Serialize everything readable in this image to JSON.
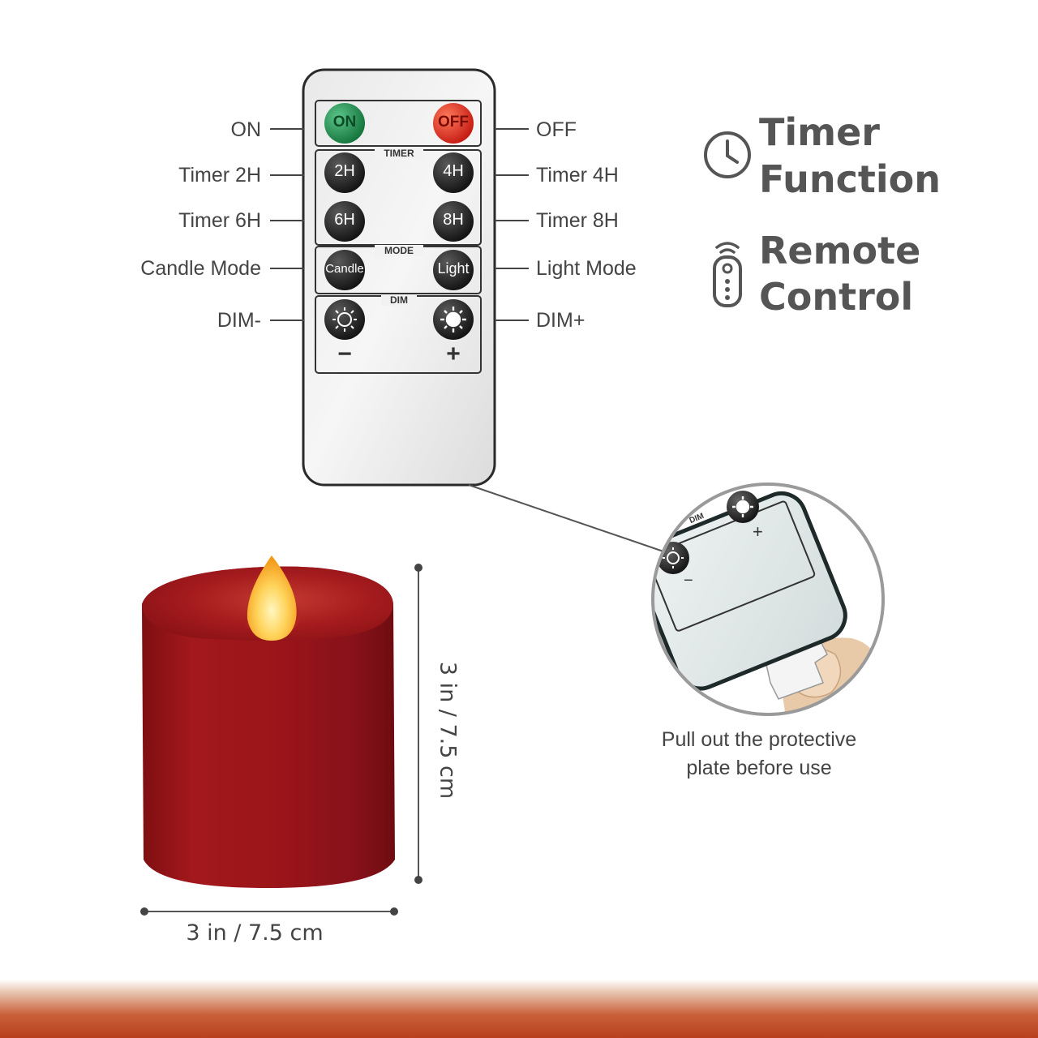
{
  "labels_left": [
    "ON",
    "Timer 2H",
    "Timer 6H",
    "Candle Mode",
    "DIM-"
  ],
  "labels_right": [
    "OFF",
    "Timer 4H",
    "Timer 8H",
    "Light Mode",
    "DIM+"
  ],
  "remote": {
    "on_label": "ON",
    "off_label": "OFF",
    "timer_section": "TIMER",
    "mode_section": "MODE",
    "dim_section": "DIM",
    "btn_2h": "2H",
    "btn_4h": "4H",
    "btn_6h": "6H",
    "btn_8h": "8H",
    "btn_candle": "Candle",
    "btn_light": "Light",
    "minus": "−",
    "plus": "+"
  },
  "features": {
    "timer_line1": "Timer",
    "timer_line2": "Function",
    "remote_line1": "Remote",
    "remote_line2": "Control"
  },
  "icons": [
    "clock-icon",
    "remote-control-icon"
  ],
  "zoom": {
    "dim_label": "DIM",
    "minus": "−",
    "plus": "+"
  },
  "caption": {
    "line1": "Pull out the protective",
    "line2": "plate before use"
  },
  "dimensions": {
    "height": "3 in / 7.5 cm",
    "width": "3 in / 7.5 cm"
  },
  "colors": {
    "candle_red": "#9b1418",
    "on_green": "#1f8a4a",
    "off_red": "#e1251b",
    "band_orange": "#b8401f"
  }
}
